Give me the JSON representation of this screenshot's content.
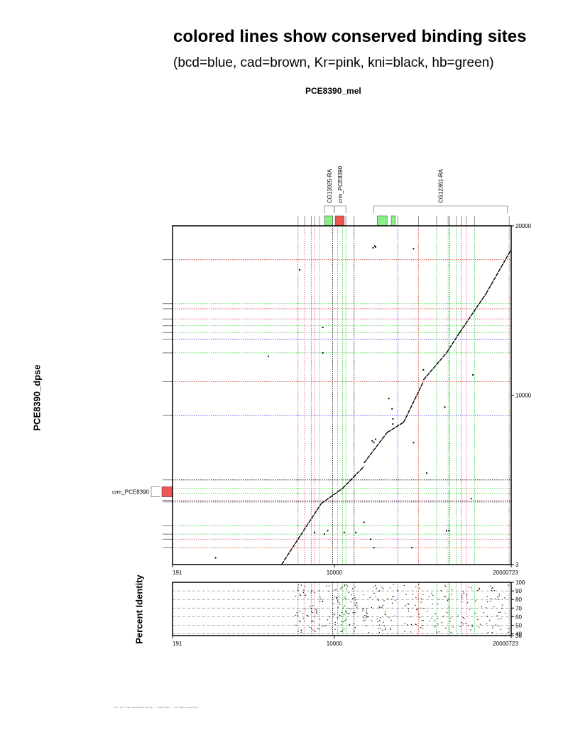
{
  "header": {
    "title": "colored lines show conserved binding sites",
    "subtitle": "(bcd=blue, cad=brown, Kr=pink, kni=black, hb=green)",
    "plot_title": "PCE8390_mel"
  },
  "footer": {
    "text": "This plot was calculated using ... Copyright ... All rights reserved."
  },
  "colors": {
    "bcd": "#3a3adf",
    "cad": "#d23b2c",
    "Kr": "#e0609e",
    "kni": "#000000",
    "hb": "#33cc33",
    "gene_box": "#88ee88",
    "crm_box": "#ee5555"
  },
  "chart_data": [
    {
      "type": "scatter",
      "title": "",
      "xlabel": "",
      "ylabel": "PCE8390_dpse",
      "xlim": [
        191,
        20723
      ],
      "ylim": [
        3,
        20000
      ],
      "x_ticks": [
        {
          "v": 191,
          "label": "191"
        },
        {
          "v": 10000,
          "label": "10000"
        },
        {
          "v": 20723,
          "label": "20000723"
        }
      ],
      "y_ticks": [
        {
          "v": 3,
          "label": "3"
        },
        {
          "v": 10000,
          "label": "10000"
        },
        {
          "v": 20000,
          "label": "20000"
        }
      ],
      "top_annotations": [
        {
          "label": "CG13925-RA",
          "start": 9400,
          "end": 10000
        },
        {
          "label": "crm_PCE8390",
          "start": 10000,
          "end": 10700
        },
        {
          "label": "CG12361-RA",
          "start": 12400,
          "end": 20500
        }
      ],
      "left_annotations": [
        {
          "label": "crm_PCE8390",
          "start": 4000,
          "end": 4600
        }
      ],
      "top_boxes": [
        {
          "start": 9400,
          "end": 9900,
          "kind": "gene"
        },
        {
          "start": 10050,
          "end": 10600,
          "kind": "crm"
        },
        {
          "start": 12600,
          "end": 13200,
          "kind": "gene"
        },
        {
          "start": 13450,
          "end": 13700,
          "kind": "gene"
        }
      ],
      "vertical_lines": [
        {
          "x": 7800,
          "factor": "cad"
        },
        {
          "x": 8200,
          "factor": "Kr"
        },
        {
          "x": 8600,
          "factor": "cad"
        },
        {
          "x": 8800,
          "factor": "Kr"
        },
        {
          "x": 9100,
          "factor": "hb"
        },
        {
          "x": 9900,
          "factor": "kni"
        },
        {
          "x": 10200,
          "factor": "hb"
        },
        {
          "x": 10500,
          "factor": "hb"
        },
        {
          "x": 10700,
          "factor": "hb"
        },
        {
          "x": 11200,
          "factor": "kni"
        },
        {
          "x": 13850,
          "factor": "bcd"
        },
        {
          "x": 15100,
          "factor": "cad"
        },
        {
          "x": 16200,
          "factor": "hb"
        },
        {
          "x": 16900,
          "factor": "hb"
        },
        {
          "x": 17000,
          "factor": "bcd"
        },
        {
          "x": 17400,
          "factor": "hb"
        },
        {
          "x": 17700,
          "factor": "cad"
        },
        {
          "x": 18000,
          "factor": "Kr"
        },
        {
          "x": 18500,
          "factor": "hb"
        },
        {
          "x": 20600,
          "factor": "cad"
        }
      ],
      "horizontal_lines": [
        {
          "y": 18000,
          "factor": "cad"
        },
        {
          "y": 15400,
          "factor": "hb"
        },
        {
          "y": 15100,
          "factor": "cad"
        },
        {
          "y": 14500,
          "factor": "Kr"
        },
        {
          "y": 14100,
          "factor": "hb"
        },
        {
          "y": 13700,
          "factor": "hb"
        },
        {
          "y": 13300,
          "factor": "bcd"
        },
        {
          "y": 12500,
          "factor": "hb"
        },
        {
          "y": 10800,
          "factor": "cad"
        },
        {
          "y": 8800,
          "factor": "bcd"
        },
        {
          "y": 5000,
          "factor": "kni"
        },
        {
          "y": 4500,
          "factor": "hb"
        },
        {
          "y": 4200,
          "factor": "hb"
        },
        {
          "y": 3800,
          "factor": "Kr"
        },
        {
          "y": 3700,
          "factor": "kni"
        },
        {
          "y": 2300,
          "factor": "hb"
        },
        {
          "y": 1800,
          "factor": "hb"
        },
        {
          "y": 1500,
          "factor": "Kr"
        },
        {
          "y": 1000,
          "factor": "cad"
        }
      ],
      "diagonal_segments": [
        [
          [
            6800,
            3
          ],
          [
            9200,
            3600
          ]
        ],
        [
          [
            9200,
            3600
          ],
          [
            10500,
            4500
          ]
        ],
        [
          [
            10500,
            4500
          ],
          [
            11800,
            5800
          ]
        ],
        [
          [
            11800,
            6000
          ],
          [
            13200,
            7800
          ]
        ],
        [
          [
            13200,
            7800
          ],
          [
            14200,
            8400
          ]
        ],
        [
          [
            14200,
            8400
          ],
          [
            15400,
            10800
          ]
        ],
        [
          [
            15400,
            10900
          ],
          [
            16800,
            12500
          ]
        ],
        [
          [
            16800,
            12500
          ],
          [
            17600,
            13700
          ]
        ],
        [
          [
            17600,
            13700
          ],
          [
            19200,
            16000
          ]
        ],
        [
          [
            19200,
            16000
          ],
          [
            20723,
            18600
          ]
        ]
      ],
      "scatter_points": [
        [
          12350,
          18700
        ],
        [
          12450,
          18800
        ],
        [
          12500,
          18750
        ],
        [
          14800,
          18650
        ],
        [
          7900,
          17400
        ],
        [
          9300,
          14000
        ],
        [
          9300,
          12500
        ],
        [
          6000,
          12300
        ],
        [
          15400,
          11500
        ],
        [
          18400,
          11200
        ],
        [
          13300,
          9800
        ],
        [
          13500,
          9200
        ],
        [
          13550,
          8600
        ],
        [
          13550,
          8300
        ],
        [
          16700,
          9300
        ],
        [
          12300,
          7300
        ],
        [
          12400,
          7200
        ],
        [
          12500,
          7400
        ],
        [
          14800,
          7200
        ],
        [
          15600,
          5400
        ],
        [
          8800,
          1900
        ],
        [
          9400,
          1800
        ],
        [
          9600,
          2000
        ],
        [
          10600,
          1900
        ],
        [
          11300,
          1900
        ],
        [
          12200,
          1500
        ],
        [
          12400,
          1000
        ],
        [
          11800,
          2500
        ],
        [
          16800,
          2000
        ],
        [
          16950,
          2000
        ],
        [
          18300,
          3900
        ],
        [
          2800,
          400
        ],
        [
          14700,
          1000
        ]
      ]
    },
    {
      "type": "scatter",
      "title": "",
      "xlabel": "",
      "ylabel": "Percent Identity",
      "xlim": [
        191,
        20723
      ],
      "ylim": [
        38,
        100
      ],
      "x_ticks": [
        {
          "v": 191,
          "label": "191"
        },
        {
          "v": 10000,
          "label": "10000"
        },
        {
          "v": 20723,
          "label": "20000723"
        }
      ],
      "y_ticks": [
        {
          "v": 100,
          "label": "100"
        },
        {
          "v": 90,
          "label": "90"
        },
        {
          "v": 80,
          "label": "80"
        },
        {
          "v": 70,
          "label": "70"
        },
        {
          "v": 60,
          "label": "60"
        },
        {
          "v": 50,
          "label": "50"
        },
        {
          "v": 40,
          "label": "40"
        },
        {
          "v": 38,
          "label": "38"
        }
      ],
      "gridlines": [
        90,
        80,
        70,
        60,
        50,
        40
      ]
    }
  ]
}
